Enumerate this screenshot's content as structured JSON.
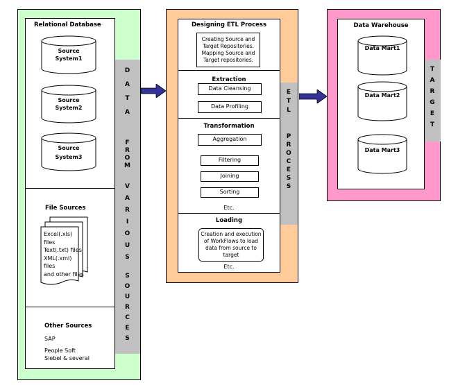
{
  "left_panel": {
    "relational": {
      "title": "Relational Database",
      "systems": [
        {
          "line1": "Source",
          "line2": "System1"
        },
        {
          "line1": "Source",
          "line2": "System2"
        },
        {
          "line1": "Source",
          "line2": "System3"
        }
      ]
    },
    "file_sources": {
      "title": "File Sources",
      "lines": [
        "Excel(.xls)",
        "files",
        "Text(.txt) files",
        "XML(.xml)",
        "files",
        "and other files"
      ]
    },
    "other_sources": {
      "title": "Other Sources",
      "items": [
        "SAP",
        "People Soft",
        "Siebel & several"
      ]
    },
    "side_label": {
      "words": [
        "DATA",
        "FROM",
        "VARIOUS",
        "SOURCES"
      ]
    }
  },
  "middle_panel": {
    "designing": {
      "title": "Designing ETL Process",
      "box_lines": [
        "Creating Source and",
        "Target Repositories.",
        "Mapping Source and",
        "Target repositories."
      ]
    },
    "extraction": {
      "title": "Extraction",
      "items": [
        "Data Cleansing",
        "Data Profiling"
      ]
    },
    "transformation": {
      "title": "Transformation",
      "items": [
        "Aggregation",
        "Filtering",
        "Joining",
        "Sorting"
      ],
      "etc": "Etc."
    },
    "loading": {
      "title": "Loading",
      "box_lines": [
        "Creation and execution",
        "of WorkFlows to load",
        "data from source to",
        "target"
      ],
      "etc": "Etc."
    },
    "side_label": {
      "words": [
        "ETL",
        "PROCESS"
      ]
    }
  },
  "right_panel": {
    "title": "Data Warehouse",
    "marts": [
      "Data Mart1",
      "Data Mart2",
      "Data Mart3"
    ],
    "side_label": {
      "words": [
        "TARGET"
      ]
    }
  },
  "colors": {
    "left_bg": "#ccffcc",
    "middle_bg": "#ffcc99",
    "right_bg": "#ff99cc",
    "bar": "#c0c0c0",
    "arrow": "#333399"
  }
}
